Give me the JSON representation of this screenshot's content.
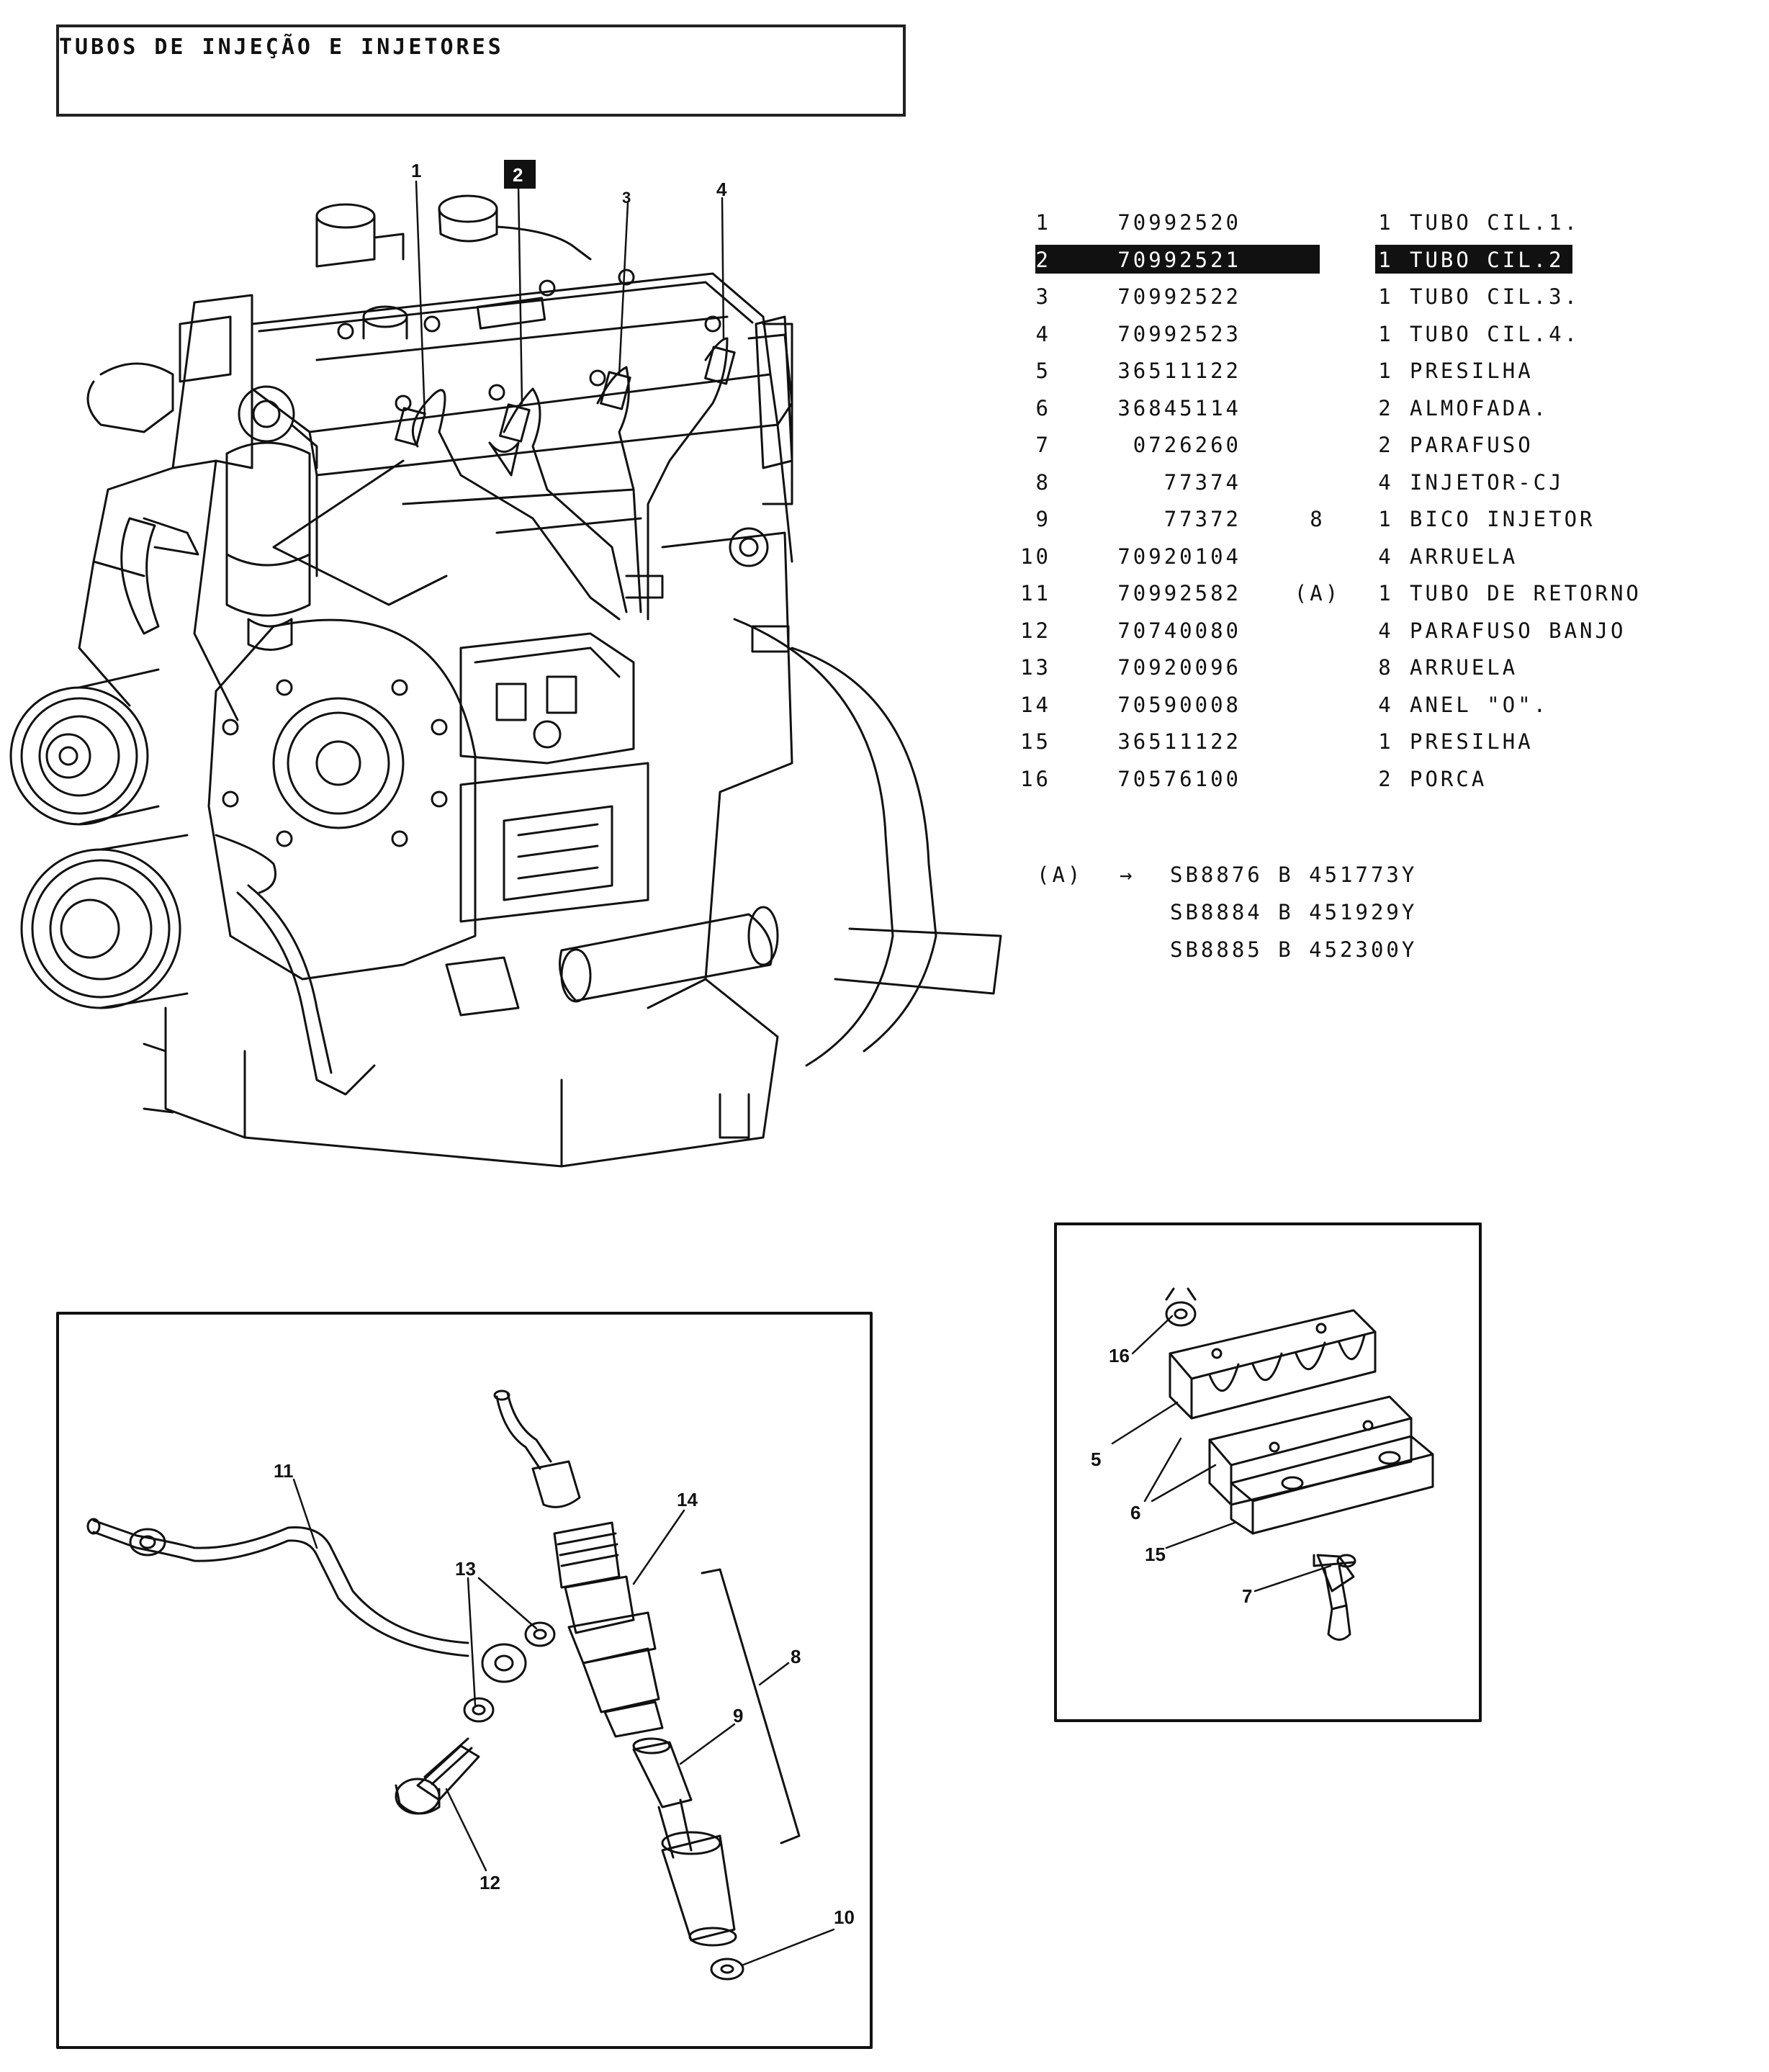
{
  "header": {
    "title": "TUBOS DE INJEÇÃO E INJETORES"
  },
  "engine_callouts": {
    "c1": "1",
    "c2": "2",
    "c3": "3",
    "c4": "4"
  },
  "parts": [
    {
      "item": "1",
      "number": "70992520",
      "ref": "",
      "qty": "1",
      "desc": "TUBO CIL.1."
    },
    {
      "item": "2",
      "number": "70992521",
      "ref": "",
      "qty": "1",
      "desc": "TUBO CIL.2"
    },
    {
      "item": "3",
      "number": "70992522",
      "ref": "",
      "qty": "1",
      "desc": "TUBO CIL.3."
    },
    {
      "item": "4",
      "number": "70992523",
      "ref": "",
      "qty": "1",
      "desc": "TUBO CIL.4."
    },
    {
      "item": "5",
      "number": "36511122",
      "ref": "",
      "qty": "1",
      "desc": "PRESILHA"
    },
    {
      "item": "6",
      "number": "36845114",
      "ref": "",
      "qty": "2",
      "desc": "ALMOFADA."
    },
    {
      "item": "7",
      "number": "0726260",
      "ref": "",
      "qty": "2",
      "desc": "PARAFUSO"
    },
    {
      "item": "8",
      "number": "77374",
      "ref": "",
      "qty": "4",
      "desc": "INJETOR-CJ"
    },
    {
      "item": "9",
      "number": "77372",
      "ref": "8",
      "qty": "1",
      "desc": "BICO INJETOR"
    },
    {
      "item": "10",
      "number": "70920104",
      "ref": "",
      "qty": "4",
      "desc": "ARRUELA"
    },
    {
      "item": "11",
      "number": "70992582",
      "ref": "(A)",
      "qty": "1",
      "desc": "TUBO DE RETORNO"
    },
    {
      "item": "12",
      "number": "70740080",
      "ref": "",
      "qty": "4",
      "desc": "PARAFUSO BANJO"
    },
    {
      "item": "13",
      "number": "70920096",
      "ref": "",
      "qty": "8",
      "desc": "ARRUELA"
    },
    {
      "item": "14",
      "number": "70590008",
      "ref": "",
      "qty": "4",
      "desc": "ANEL \"O\"."
    },
    {
      "item": "15",
      "number": "36511122",
      "ref": "",
      "qty": "1",
      "desc": "PRESILHA"
    },
    {
      "item": "16",
      "number": "70576100",
      "ref": "",
      "qty": "2",
      "desc": "PORCA"
    }
  ],
  "highlighted_item": "2",
  "notes": {
    "label": "(A)",
    "arrow": "→",
    "lines": [
      "SB8876 B 451773Y",
      "SB8884 B 451929Y",
      "SB8885 B 452300Y"
    ]
  },
  "injector_callouts": {
    "c11": "11",
    "c13": "13",
    "c14": "14",
    "c8": "8",
    "c9": "9",
    "c12": "12",
    "c10": "10"
  },
  "clip_callouts": {
    "c16": "16",
    "c5": "5",
    "c6": "6",
    "c15": "15",
    "c7": "7"
  },
  "colors": {
    "ink": "#111111",
    "paper": "#ffffff",
    "highlight": "#111111"
  }
}
